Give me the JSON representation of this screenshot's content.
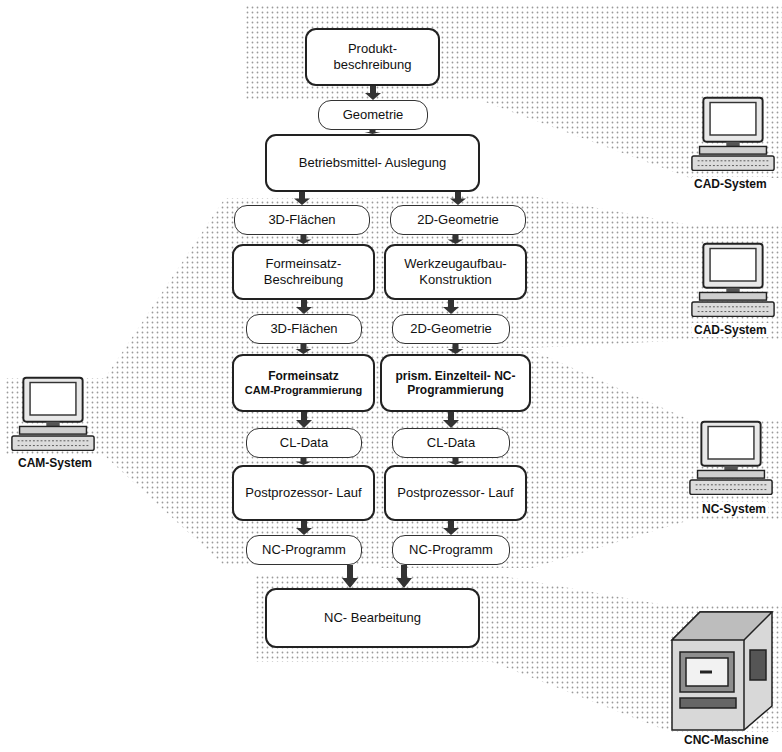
{
  "diagram": {
    "nodes": [
      {
        "text": [
          "Produkt- beschreibung"
        ]
      },
      {
        "text": [
          "Geometrie"
        ]
      },
      {
        "text": [
          "Betriebsmittel- Auslegung"
        ]
      },
      {
        "text": [
          "3D-Flächen"
        ]
      },
      {
        "text": [
          "2D-Geometrie"
        ]
      },
      {
        "text": [
          "Formeinsatz- Beschreibung"
        ]
      },
      {
        "text": [
          "Werkzeugaufbau- Konstruktion"
        ]
      },
      {
        "text": [
          "3D-Flächen"
        ]
      },
      {
        "text": [
          "2D-Geometrie"
        ]
      },
      {
        "text": [
          "Formeinsatz",
          "CAM-Programmierung"
        ]
      },
      {
        "text": [
          "prism. Einzelteil- NC-Programmierung"
        ]
      },
      {
        "text": [
          "CL-Data"
        ]
      },
      {
        "text": [
          "CL-Data"
        ]
      },
      {
        "text": [
          "Postprozessor- Lauf"
        ]
      },
      {
        "text": [
          "Postprozessor- Lauf"
        ]
      },
      {
        "text": [
          "NC-Programm"
        ]
      },
      {
        "text": [
          "NC-Programm"
        ]
      },
      {
        "text": [
          "NC- Bearbeitung"
        ]
      }
    ],
    "edges": [
      {
        "from": 0,
        "to": 1,
        "arrow": "to"
      },
      {
        "from": 1,
        "to": 2,
        "arrow": "to"
      },
      {
        "from": 2,
        "to": 3,
        "arrow": "to"
      },
      {
        "from": 2,
        "to": 4,
        "arrow": "to"
      },
      {
        "from": 3,
        "to": 5,
        "arrow": "to"
      },
      {
        "from": 4,
        "to": 6,
        "arrow": "to"
      },
      {
        "from": 5,
        "to": 7,
        "arrow": "to"
      },
      {
        "from": 6,
        "to": 8,
        "arrow": "to"
      },
      {
        "from": 7,
        "to": 9,
        "arrow": "to"
      },
      {
        "from": 8,
        "to": 10,
        "arrow": "to"
      },
      {
        "from": 9,
        "to": 11,
        "arrow": "to"
      },
      {
        "from": 10,
        "to": 12,
        "arrow": "to"
      },
      {
        "from": 11,
        "to": 13,
        "arrow": "to"
      },
      {
        "from": 12,
        "to": 14,
        "arrow": "to"
      },
      {
        "from": 13,
        "to": 15,
        "arrow": "to"
      },
      {
        "from": 14,
        "to": 16,
        "arrow": "to"
      },
      {
        "from": 15,
        "to": 17,
        "arrow": "to"
      },
      {
        "from": 16,
        "to": 17,
        "arrow": "to"
      }
    ],
    "labels": [
      "CAD-System",
      "CAD-System",
      "CAM-System",
      "NC-System",
      "CNC-Maschine"
    ]
  }
}
